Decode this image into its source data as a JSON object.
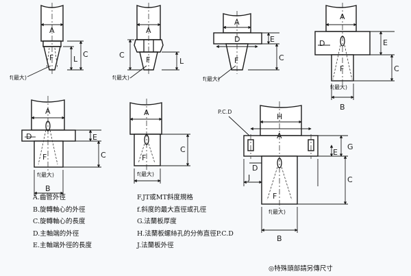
{
  "labels": {
    "A": "A",
    "B": "B",
    "C": "C",
    "D": "D",
    "E": "E",
    "F": "F",
    "G": "G",
    "H": "H",
    "J": "J",
    "L": "L",
    "f_max": "f(最大)",
    "pcd": "P.C.D"
  },
  "legend_left": [
    "A.齒管外徑",
    "B.旋轉軸心的外徑",
    "C.旋轉軸心的長度",
    "D.主軸端的外徑",
    "E.主軸端外徑的長度"
  ],
  "legend_right": [
    "F.JT或MT斜度規格",
    "f.斜度的最大直徑或孔徑",
    "G.法蘭板厚度",
    "H.法蘭板螺絲孔的分佈直徑P.C.D",
    "J.法蘭板外徑"
  ],
  "note": "◎特殊頭部請另傳尺寸"
}
